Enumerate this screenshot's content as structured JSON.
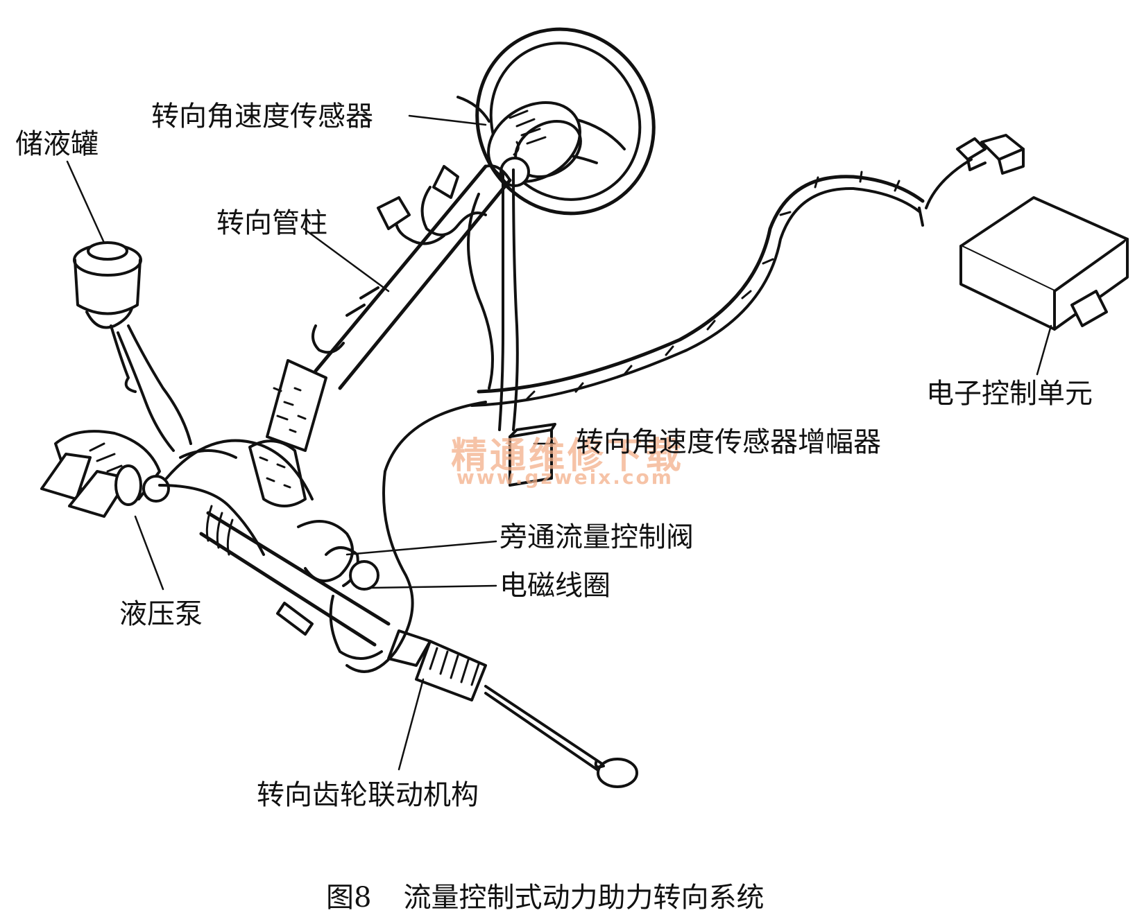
{
  "labels": {
    "reservoir": "储液罐",
    "steering_angle_sensor": "转向角速度传感器",
    "steering_column": "转向管柱",
    "ecu": "电子控制单元",
    "sensor_amplifier": "转向角速度传感器增幅器",
    "bypass_valve": "旁通流量控制阀",
    "solenoid": "电磁线圈",
    "pump": "液压泵",
    "gear_linkage": "转向齿轮联动机构"
  },
  "caption": {
    "figure_no": "图8",
    "title": "流量控制式动力助力转向系统"
  },
  "watermark": {
    "cn": "精通维修下载",
    "url": "www.gzweix.com"
  }
}
